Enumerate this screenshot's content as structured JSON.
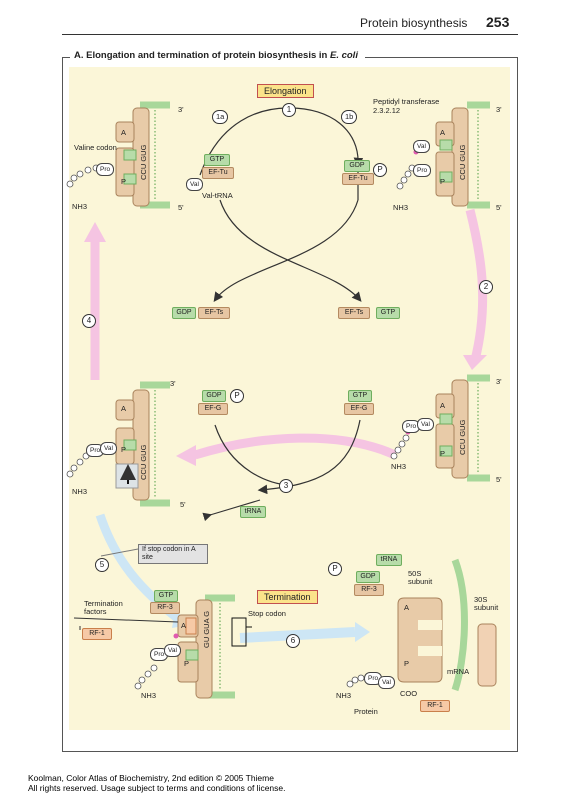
{
  "header": {
    "title": "Protein biosynthesis",
    "page_number": "253"
  },
  "section_title": {
    "prefix": "A. Elongation and termination of protein biosynthesis in ",
    "organism": "E. coli"
  },
  "elongation": {
    "title": "Elongation",
    "steps": {
      "one": "1",
      "one_a": "1a",
      "one_b": "1b",
      "two": "2",
      "three": "3",
      "four": "4",
      "five": "5",
      "six": "6"
    },
    "valine_codon": "Valine codon",
    "peptidyl_transferase": "Peptidyl transferase",
    "ec_number": "2.3.2.12",
    "val_trna": "Val-tRNA",
    "gtp": "GTP",
    "gdp": "GDP",
    "p": "P",
    "ef_tu": "EF-Tu",
    "ef_ts": "EF-Ts",
    "ef_g": "EF-G",
    "trna": "tRNA",
    "val": "Val",
    "pro": "Pro",
    "nh3": "NH3",
    "codon_seq": "CCU GUG",
    "three_prime": "3'",
    "five_prime": "5'",
    "site_a": "A",
    "site_p": "P"
  },
  "termination": {
    "title": "Termination",
    "if_stop": "If stop codon in A site",
    "termination_factors": "Termination factors",
    "rf3": "RF-3",
    "rf1": "RF-1",
    "stop_codon": "Stop codon",
    "codon_seq": "GU GUA G",
    "subunit_50s": "50S subunit",
    "subunit_30s": "30S subunit",
    "mrna": "mRNA",
    "protein": "Protein",
    "coo": "COO"
  },
  "footer": {
    "line1": "Koolman, Color Atlas of Biochemistry, 2nd edition © 2005 Thieme",
    "line2": "All rights reserved. Usage subject to terms and conditions of license."
  }
}
